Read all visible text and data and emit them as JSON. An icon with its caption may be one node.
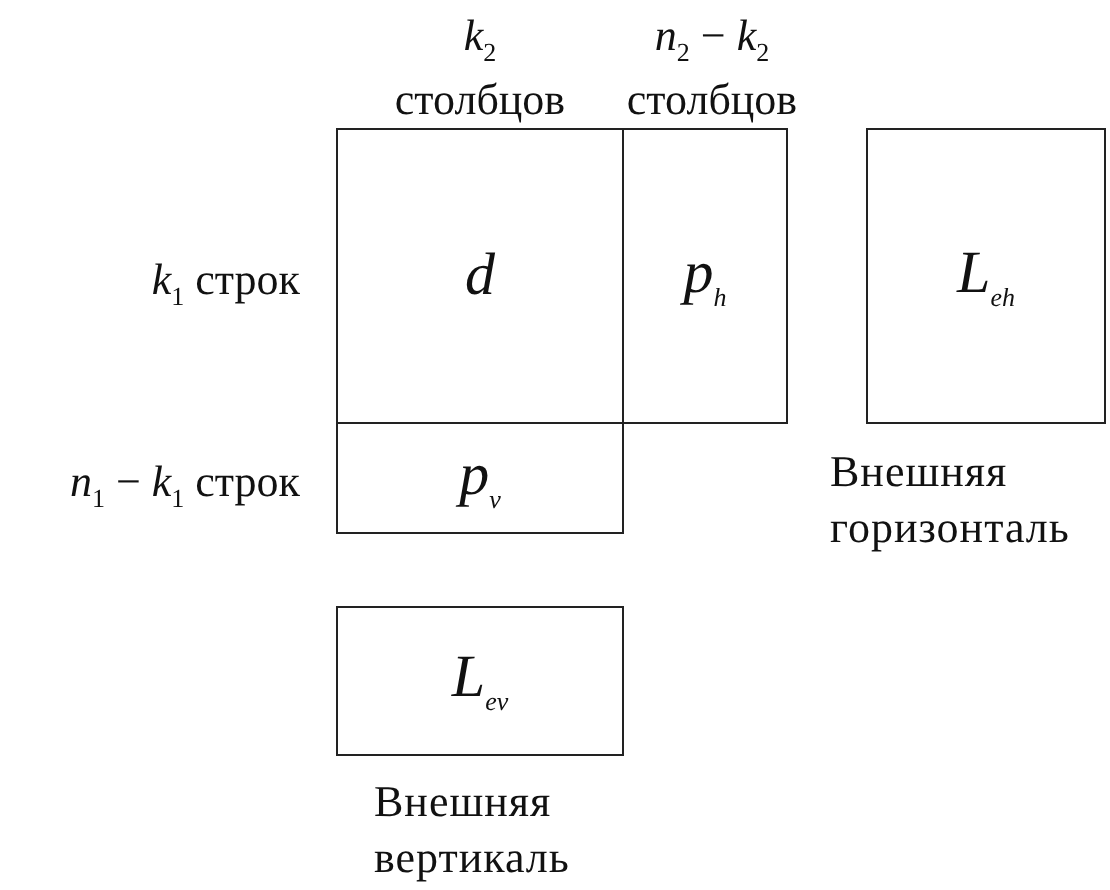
{
  "diagram": {
    "nodes": [
      {
        "text": [
          "d"
        ]
      },
      {
        "text": [
          "p$_{h}$"
        ]
      },
      {
        "text": [
          "p$_{v}$"
        ]
      },
      {
        "text": [
          "L$_{eh}$"
        ],
        "beside": [
          "Внешняя горизонталь"
        ]
      },
      {
        "text": [
          "L$_{ev}$"
        ],
        "beside": [
          "Внешняя вертикаль"
        ]
      }
    ],
    "edges": [],
    "labels": [
      "*k*$_{2}$ столбцов",
      "*n*$_{2}$ − *k*$_{2}$ столбцов",
      "*k*$_{1}$ строк",
      "*n*$_{1}$ − *k*$_{1}$ строк"
    ]
  }
}
